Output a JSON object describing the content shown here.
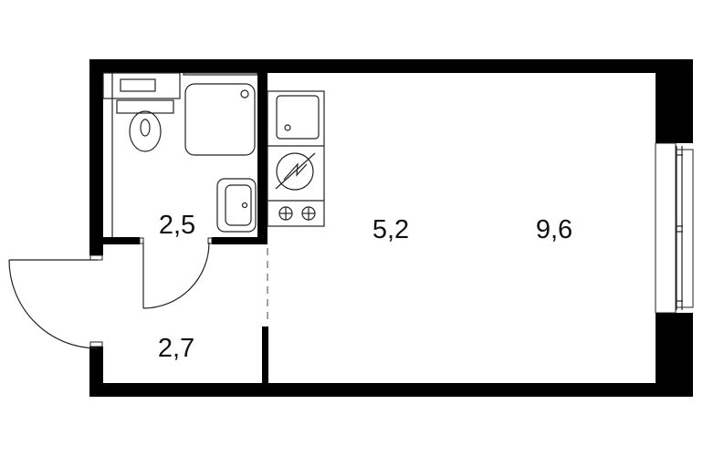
{
  "plan": {
    "rooms": [
      {
        "id": "bathroom",
        "area": "2,5"
      },
      {
        "id": "hallway",
        "area": "2,7"
      },
      {
        "id": "kitchen",
        "area": "5,2"
      },
      {
        "id": "living",
        "area": "9,6"
      }
    ],
    "colors": {
      "wall": "#000000",
      "line": "#222222",
      "background": "#ffffff"
    }
  }
}
